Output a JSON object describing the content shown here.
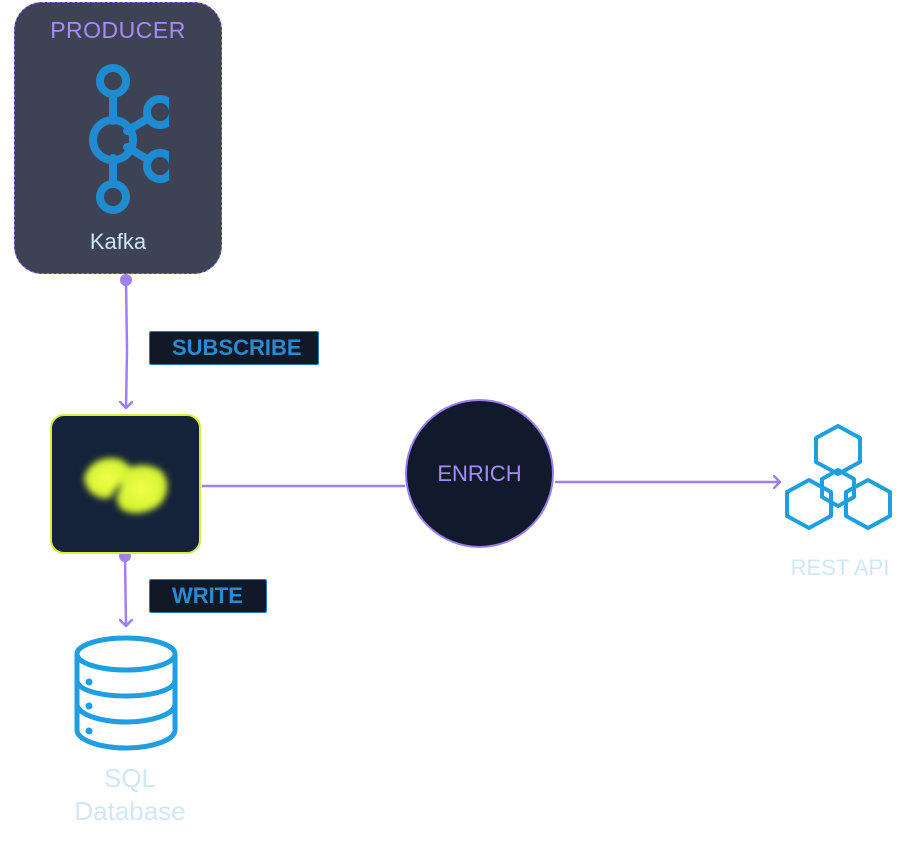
{
  "producer": {
    "label": "PRODUCER",
    "service_label": "Kafka",
    "icon": "kafka-icon"
  },
  "edges": {
    "subscribe_label": "SUBSCRIBE",
    "write_label": "WRITE"
  },
  "processor": {
    "icon": "processor-logo-icon"
  },
  "enrich": {
    "label": "ENRICH"
  },
  "rest_api": {
    "label": "REST API",
    "icon": "rest-api-icon"
  },
  "database": {
    "label": "SQL Database",
    "icon": "database-icon"
  },
  "colors": {
    "accent_purple": "#a88bf5",
    "edge_purple": "#a07ff0",
    "processor_border": "#d6ef3a",
    "icon_blue": "#1f8bd0",
    "panel_dark": "#3d4254",
    "node_dark": "#111a2c"
  }
}
